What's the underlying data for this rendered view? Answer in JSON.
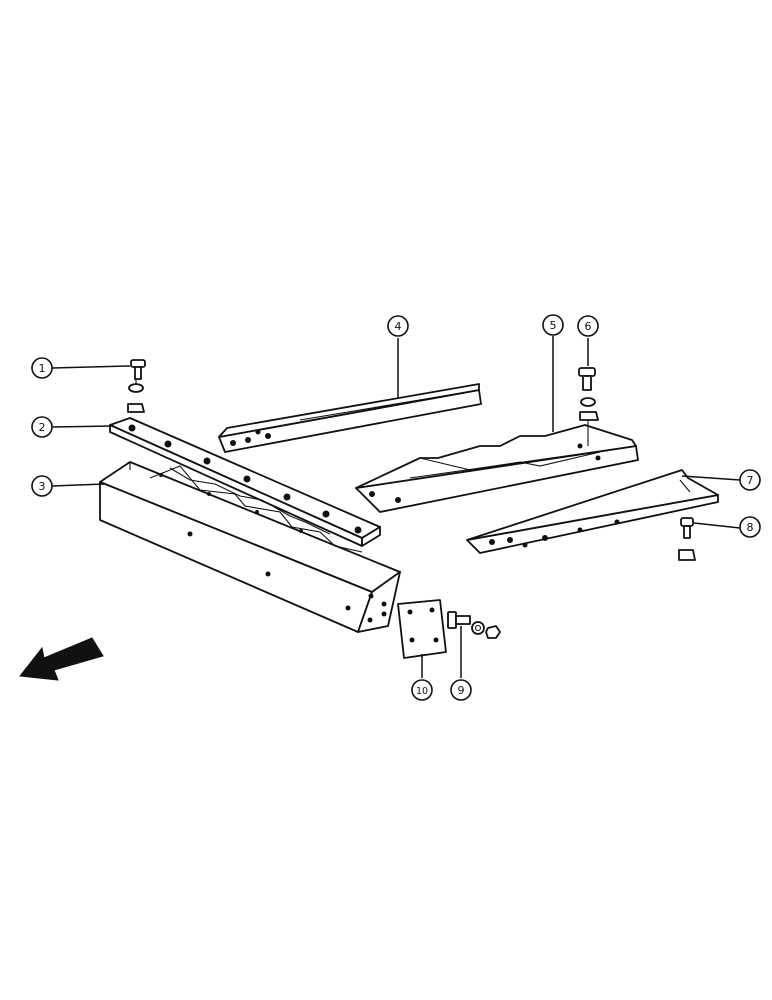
{
  "diagram": {
    "callouts": [
      {
        "part": "bolt",
        "label": "1"
      },
      {
        "part": "plate",
        "label": "2"
      },
      {
        "part": "beam",
        "label": "3"
      },
      {
        "part": "rail-left",
        "label": "4"
      },
      {
        "part": "rail-center",
        "label": "5"
      },
      {
        "part": "bolt-top",
        "label": "6"
      },
      {
        "part": "rail-right",
        "label": "7"
      },
      {
        "part": "bolt-right",
        "label": "8"
      },
      {
        "part": "bolt-end",
        "label": "9"
      },
      {
        "part": "end-plate",
        "label": "10"
      }
    ],
    "direction_arrow": "arrow-icon"
  }
}
